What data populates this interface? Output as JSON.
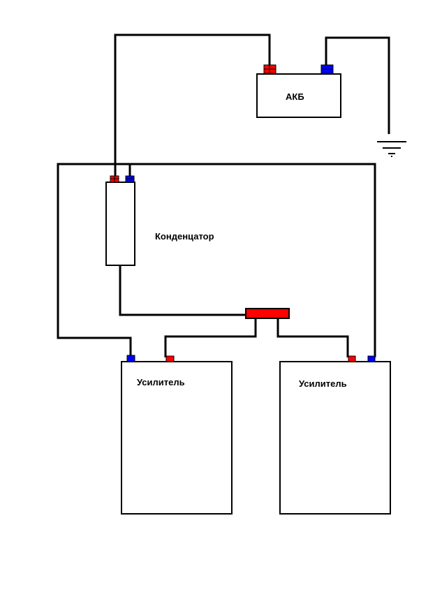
{
  "labels": {
    "battery": "АКБ",
    "capacitor": "Конденцатор",
    "amplifier_left": "Усилитель",
    "amplifier_right": "Усилитель"
  },
  "colors": {
    "wire": "#000000",
    "positive_terminal": "#ff0000",
    "negative_terminal": "#0000ff",
    "fuse_block": "#ff0000",
    "background": "#ffffff"
  }
}
